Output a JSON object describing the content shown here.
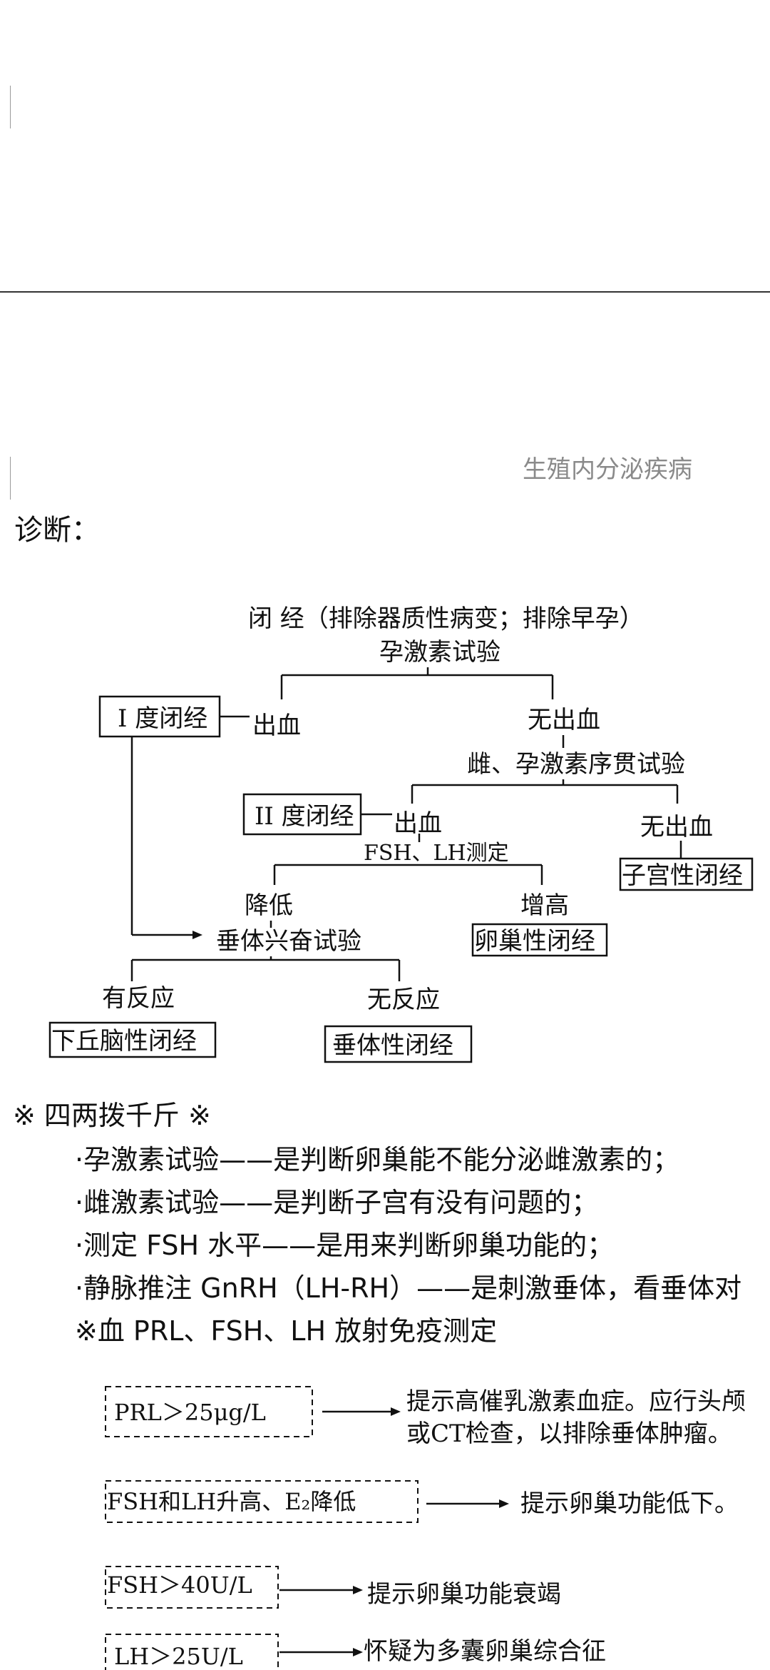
{
  "header": {
    "section_label": "生殖内分泌疾病"
  },
  "diagnosis": {
    "heading": "诊断："
  },
  "flowchart": {
    "start": "闭 经（排除器质性病变；排除早孕）",
    "progesterone_test": "孕激素试验",
    "degree1": "I 度闭经",
    "bleeding_1": "出血",
    "no_bleeding_1": "无出血",
    "estrogen_progesterone_test": "雌、孕激素序贯试验",
    "degree2": "II 度闭经",
    "bleeding_2": "出血",
    "no_bleeding_2": "无出血",
    "uterine": "子宫性闭经",
    "fsh_lh": "FSH、LH测定",
    "decreased": "降低",
    "increased": "增高",
    "ovarian": "卵巢性闭经",
    "pituitary_test": "垂体兴奋试验",
    "response": "有反应",
    "no_response": "无反应",
    "hypothalamic": "下丘脑性闭经",
    "pituitary": "垂体性闭经"
  },
  "tips": {
    "title": "※ 四两拨千斤 ※",
    "lines": [
      "·孕激素试验——是判断卵巢能不能分泌雌激素的；",
      "·雌激素试验——是判断子宫有没有问题的；",
      "·测定 FSH 水平——是用来判断卵巢功能的；",
      "·静脉推注 GnRH（LH-RH）——是刺激垂体，看垂体对"
    ],
    "blood_title": "※血 PRL、FSH、LH 放射免疫测定"
  },
  "lab_chart": {
    "rows": [
      {
        "condition": "PRL＞25μg/L",
        "result_line1": "提示高催乳激素血症。应行头颅",
        "result_line2": "或CT检查，以排除垂体肿瘤。"
      },
      {
        "condition": "FSH和LH升高、E₂降低",
        "result_line1": "提示卵巢功能低下。"
      },
      {
        "condition": "FSH＞40U/L",
        "result_line1": "提示卵巢功能衰竭"
      },
      {
        "condition": "LH＞25U/L",
        "result_line1": "怀疑为多囊卵巢综合征"
      }
    ]
  }
}
